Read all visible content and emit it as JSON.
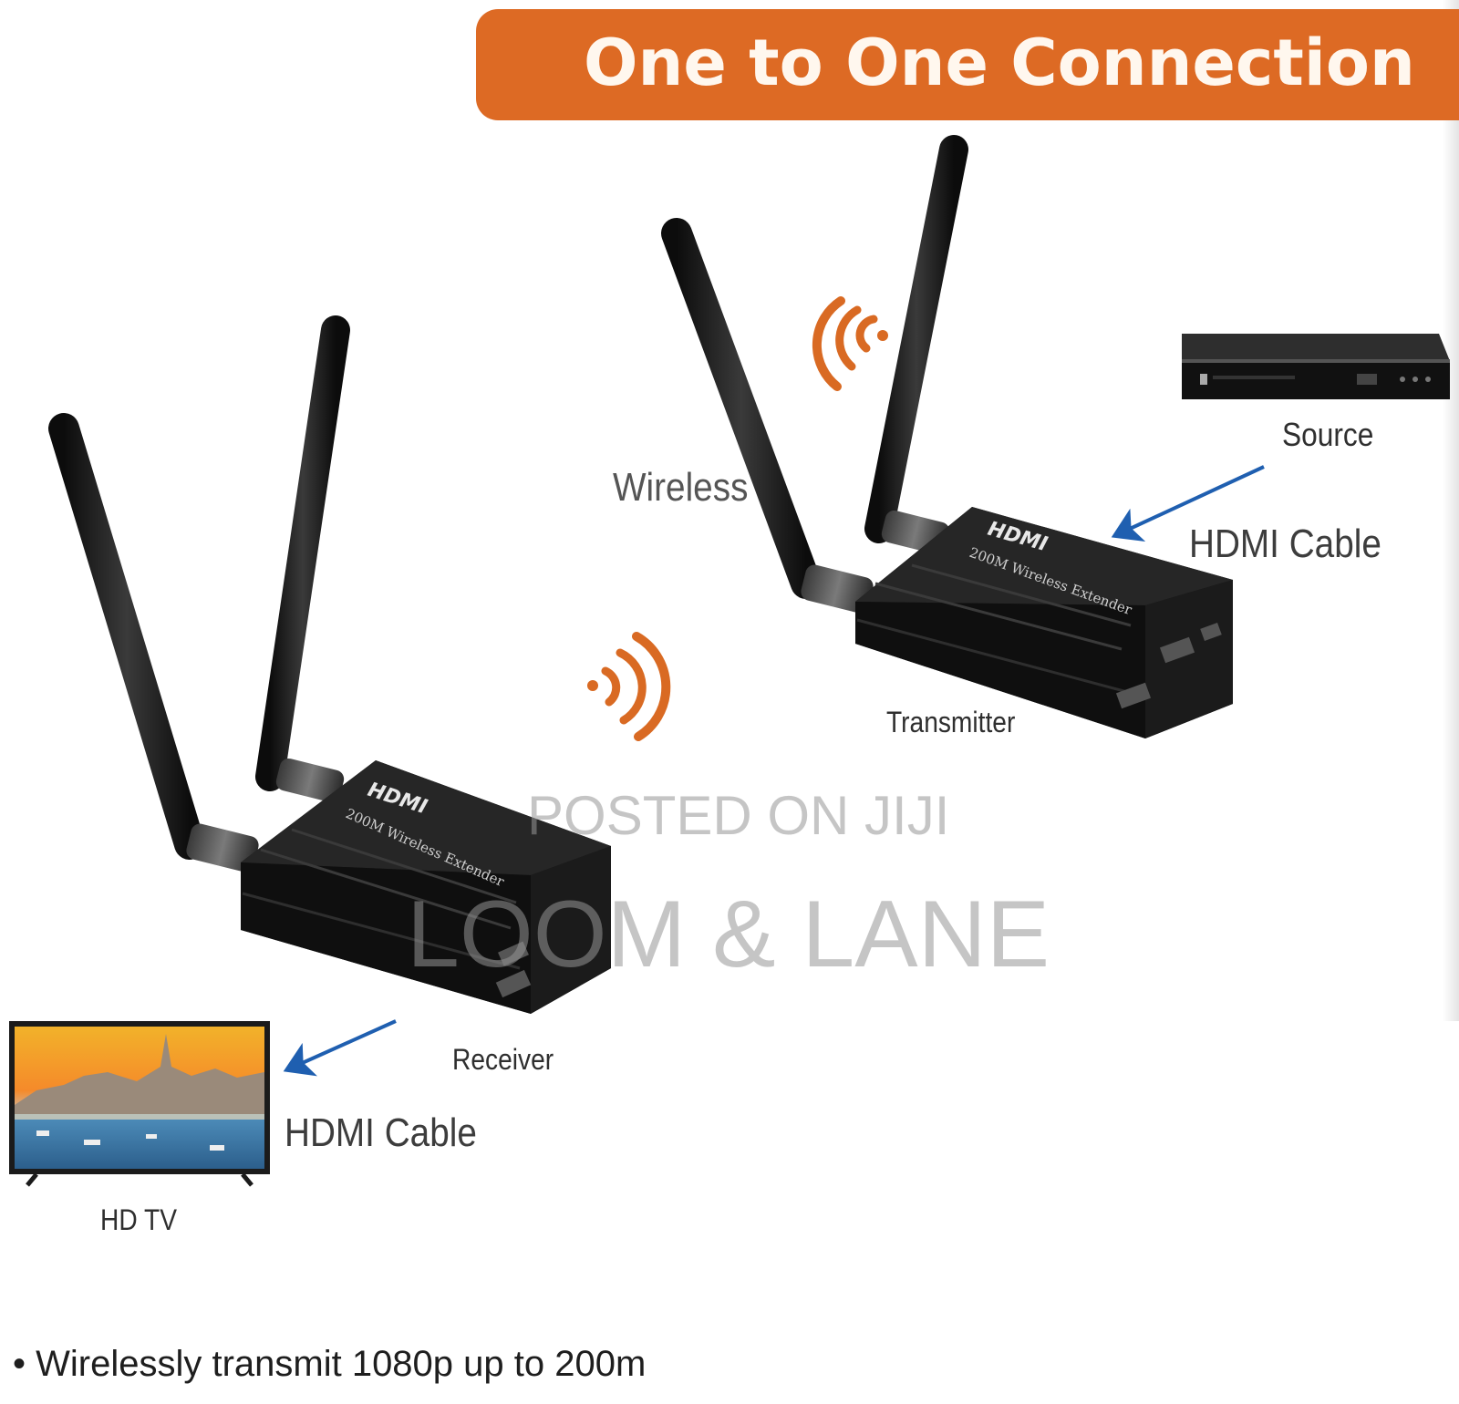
{
  "banner": {
    "title": "One to One Connection",
    "color": "#dd6a24"
  },
  "labels": {
    "wireless": "Wireless",
    "source": "Source",
    "hdmi_cable_top": "HDMI Cable",
    "transmitter": "Transmitter",
    "receiver": "Receiver",
    "hdmi_cable_bottom": "HDMI Cable",
    "hd_tv": "HD TV"
  },
  "devices": {
    "transmitter": {
      "brand": "HDMI",
      "model": "200M Wireless Extender"
    },
    "receiver": {
      "brand": "HDMI",
      "model": "200M Wireless Extender"
    }
  },
  "watermark": {
    "line1": "POSTED ON JIJI",
    "line2": "LOOM & LANE"
  },
  "bullet": "• Wirelessly transmit 1080p up to 200m",
  "colors": {
    "arrow": "#1f5fb0",
    "signal": "#d96a23",
    "device": "#1a1a1a"
  }
}
